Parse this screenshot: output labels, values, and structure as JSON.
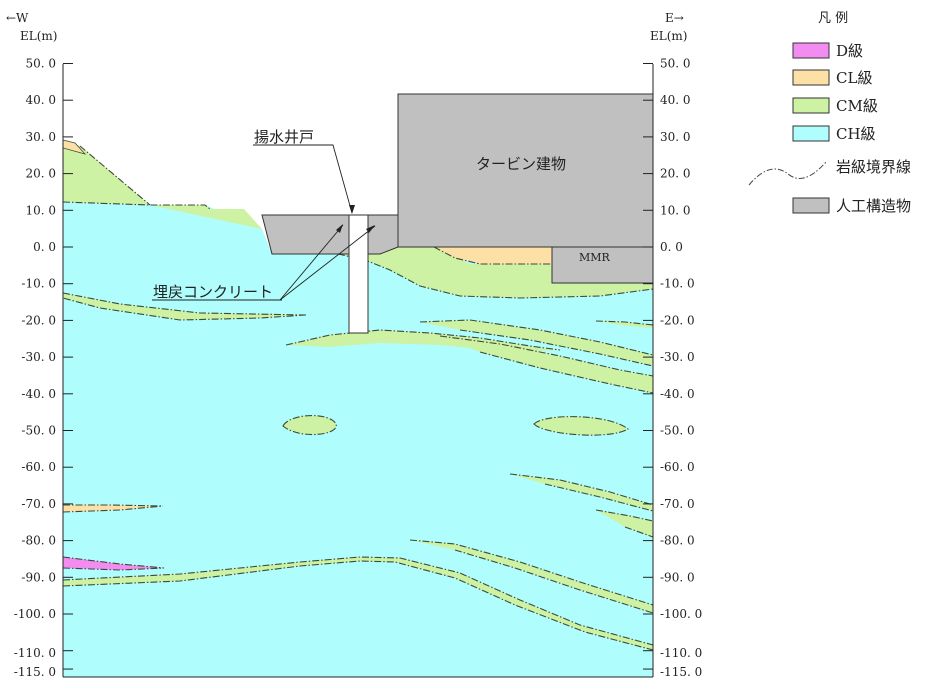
{
  "diagram": {
    "west_label": "←W",
    "east_label": "E→",
    "left_unit": "EL(m)",
    "right_unit": "EL(m)",
    "elevation_ticks": [
      50,
      40,
      30,
      20,
      10,
      0,
      -10,
      -20,
      -30,
      -40,
      -50,
      -60,
      -70,
      -80,
      -90,
      -100,
      -110,
      -115
    ],
    "left_tick_labels": [
      "50. 0",
      "40. 0",
      "30. 0",
      "20. 0",
      "10. 0",
      "0. 0",
      "-10. 0",
      "-20. 0",
      "-30. 0",
      "-40. 0",
      "-50. 0",
      "-60. 0",
      "-70. 0",
      "-80. 0",
      "-90. 0",
      "-100. 0",
      "-110. 0",
      "-115. 0"
    ],
    "right_tick_labels": [
      "50. 0",
      "40. 0",
      "30. 0",
      "20. 0",
      "10. 0",
      "0. 0",
      "-10. 0",
      "-20. 0",
      "-30. 0",
      "-40. 0",
      "-50. 0",
      "-60. 0",
      "-70. 0",
      "-80. 0",
      "-90. 0",
      "-100. 0",
      "-110. 0",
      "-115. 0"
    ],
    "labels": {
      "well": "揚水井戸",
      "turbine": "タービン建物",
      "concrete": "埋戻コンクリート",
      "mmr": "MMR"
    },
    "colors": {
      "d_class": "#f28cf0",
      "cl_class": "#fce0a6",
      "cm_class": "#cdf2a4",
      "ch_class": "#b0fdfd",
      "structure": "#c0c0c0",
      "outline": "#333333"
    }
  },
  "legend": {
    "title": "凡 例",
    "items": [
      {
        "label": "D級",
        "color": "#f28cf0"
      },
      {
        "label": "CL級",
        "color": "#fce0a6"
      },
      {
        "label": "CM級",
        "color": "#cdf2a4"
      },
      {
        "label": "CH級",
        "color": "#b0fdfd"
      },
      {
        "label": "岩級境界線",
        "color": ""
      },
      {
        "label": "人工構造物",
        "color": "#c0c0c0"
      }
    ]
  }
}
